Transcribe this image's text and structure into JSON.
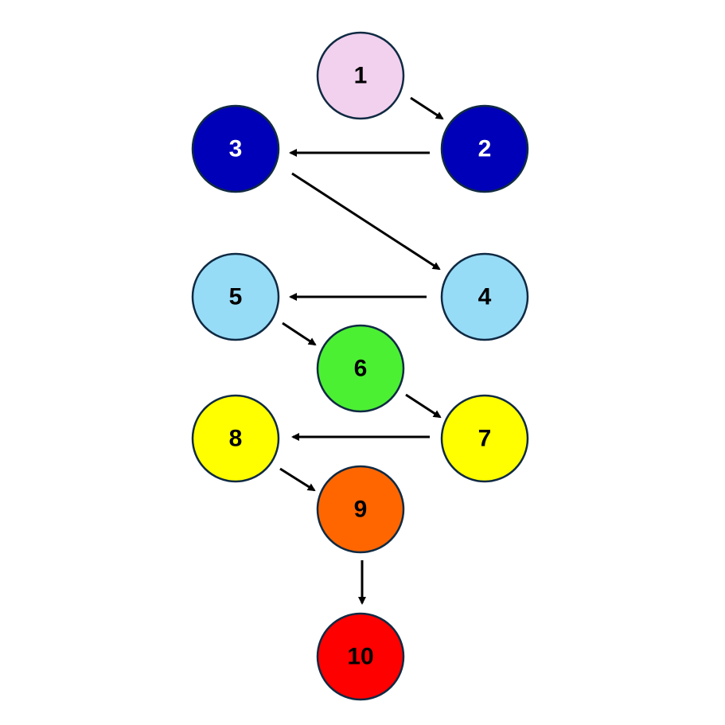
{
  "diagram": {
    "nodes": [
      {
        "id": "1",
        "label": "1",
        "fill": "#F2D1EE",
        "text_color": "#000000"
      },
      {
        "id": "2",
        "label": "2",
        "fill": "#0000B8",
        "text_color": "#FFFFFF"
      },
      {
        "id": "3",
        "label": "3",
        "fill": "#0000B8",
        "text_color": "#FFFFFF"
      },
      {
        "id": "4",
        "label": "4",
        "fill": "#97DCF7",
        "text_color": "#000000"
      },
      {
        "id": "5",
        "label": "5",
        "fill": "#97DCF7",
        "text_color": "#000000"
      },
      {
        "id": "6",
        "label": "6",
        "fill": "#4CF033",
        "text_color": "#000000"
      },
      {
        "id": "7",
        "label": "7",
        "fill": "#FFFF00",
        "text_color": "#000000"
      },
      {
        "id": "8",
        "label": "8",
        "fill": "#FFFF00",
        "text_color": "#000000"
      },
      {
        "id": "9",
        "label": "9",
        "fill": "#FF6600",
        "text_color": "#000000"
      },
      {
        "id": "10",
        "label": "10",
        "fill": "#FF0000",
        "text_color": "#000000"
      }
    ],
    "edges": [
      {
        "from": "1",
        "to": "2"
      },
      {
        "from": "2",
        "to": "3"
      },
      {
        "from": "3",
        "to": "4"
      },
      {
        "from": "4",
        "to": "5"
      },
      {
        "from": "5",
        "to": "6"
      },
      {
        "from": "6",
        "to": "7"
      },
      {
        "from": "7",
        "to": "8"
      },
      {
        "from": "8",
        "to": "9"
      },
      {
        "from": "9",
        "to": "10"
      }
    ],
    "stroke_color": "#102A43",
    "arrow_color": "#000000"
  }
}
